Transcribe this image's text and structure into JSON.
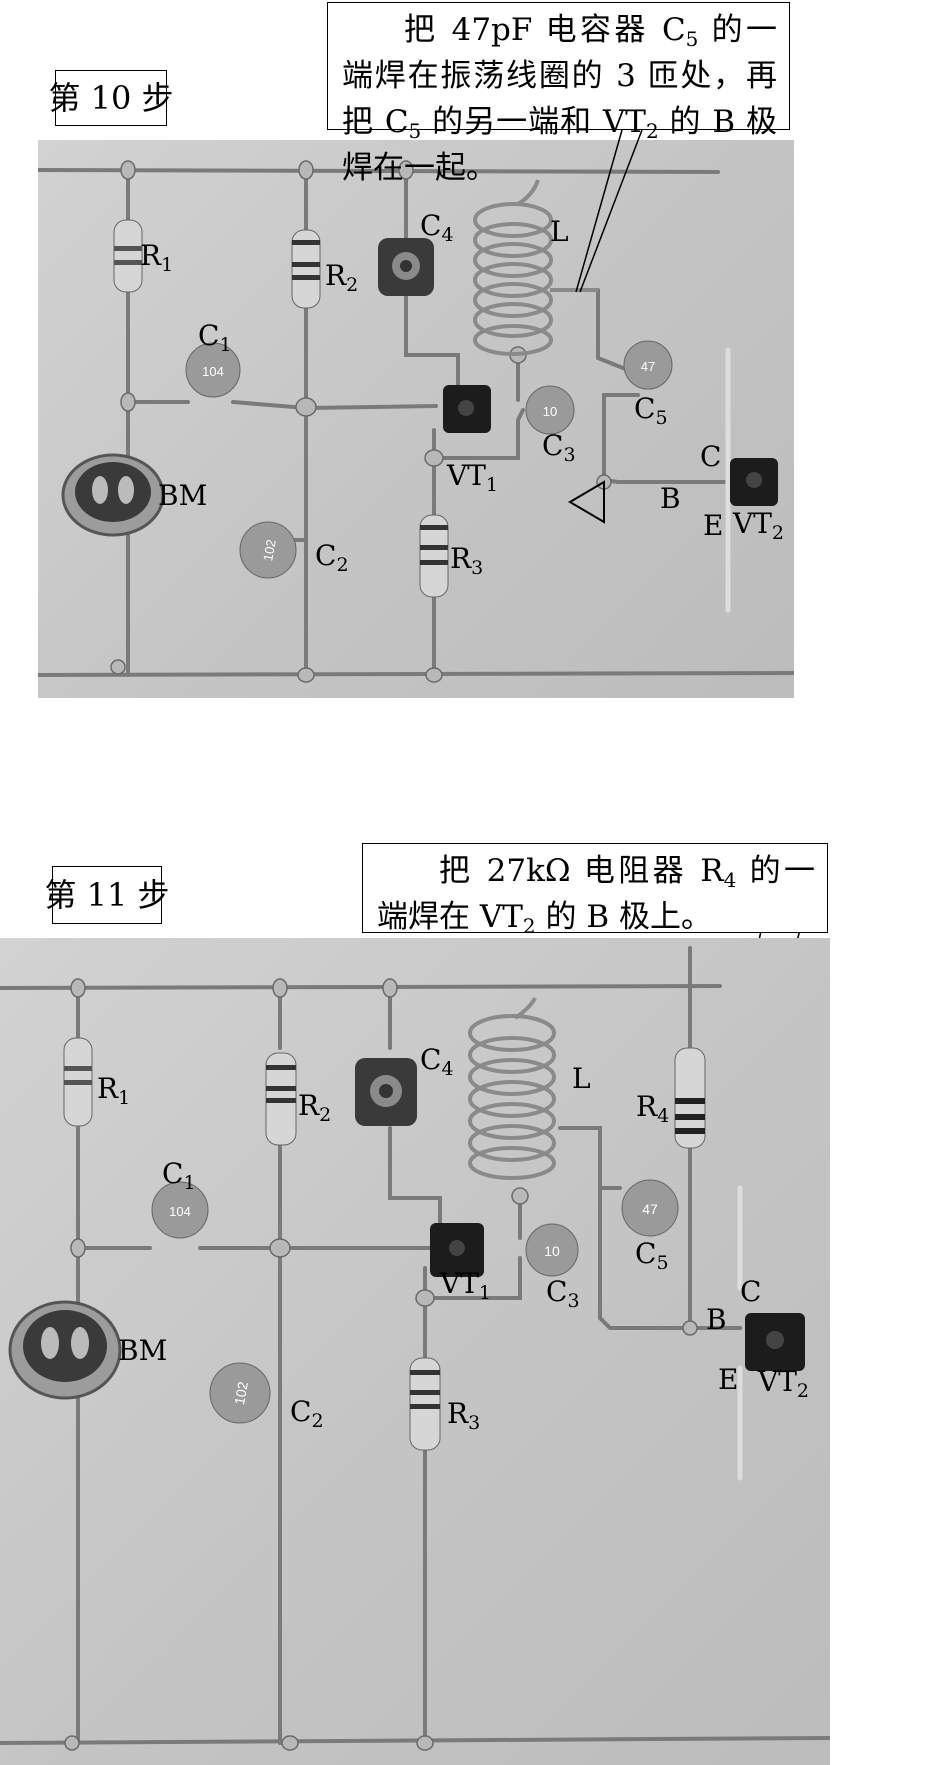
{
  "steps": [
    {
      "step_label": "第 10 步",
      "callout": "把 47pF 电容器 C5 的一端焊在振荡线圈的 3 匝处，再把 C5 的另一端和 VT2 的 B 极焊在一起。",
      "callout_parts": [
        "把 47pF 电容器 C",
        "5",
        " 的一端焊在振荡线圈的 3  匝处，再把 C",
        "5",
        " 的另一端和 VT",
        "2",
        " 的 B 极焊在一起。"
      ],
      "labels": {
        "R1": "R",
        "R1s": "1",
        "R2": "R",
        "R2s": "2",
        "C1": "C",
        "C1s": "1",
        "C4": "C",
        "C4s": "4",
        "L": "L",
        "C5": "C",
        "C5s": "5",
        "C3": "C",
        "C3s": "3",
        "VT1": "VT",
        "VT1s": "1",
        "BM": "BM",
        "C2": "C",
        "C2s": "2",
        "R3": "R",
        "R3s": "3",
        "B": "B",
        "C": "C",
        "E": "E",
        "VT2": "VT",
        "VT2s": "2"
      },
      "cap_marks": {
        "c1": "104",
        "c2": "102",
        "c3": "10",
        "c5": "47"
      }
    },
    {
      "step_label": "第 11 步",
      "callout": "把 27kΩ 电阻器 R4 的一端焊在 VT2 的 B 极上。",
      "callout_parts": [
        "把 27kΩ 电阻器 R",
        "4",
        " 的一端焊在 VT",
        "2",
        " 的 B 极上。"
      ],
      "labels": {
        "R1": "R",
        "R1s": "1",
        "R2": "R",
        "R2s": "2",
        "R4": "R",
        "R4s": "4",
        "C1": "C",
        "C1s": "1",
        "C4": "C",
        "C4s": "4",
        "L": "L",
        "C5": "C",
        "C5s": "5",
        "C3": "C",
        "C3s": "3",
        "VT1": "VT",
        "VT1s": "1",
        "BM": "BM",
        "C2": "C",
        "C2s": "2",
        "R3": "R",
        "R3s": "3",
        "B": "B",
        "C": "C",
        "E": "E",
        "VT2": "VT",
        "VT2s": "2"
      },
      "cap_marks": {
        "c1": "104",
        "c2": "102",
        "c3": "10",
        "c5": "47"
      }
    }
  ]
}
